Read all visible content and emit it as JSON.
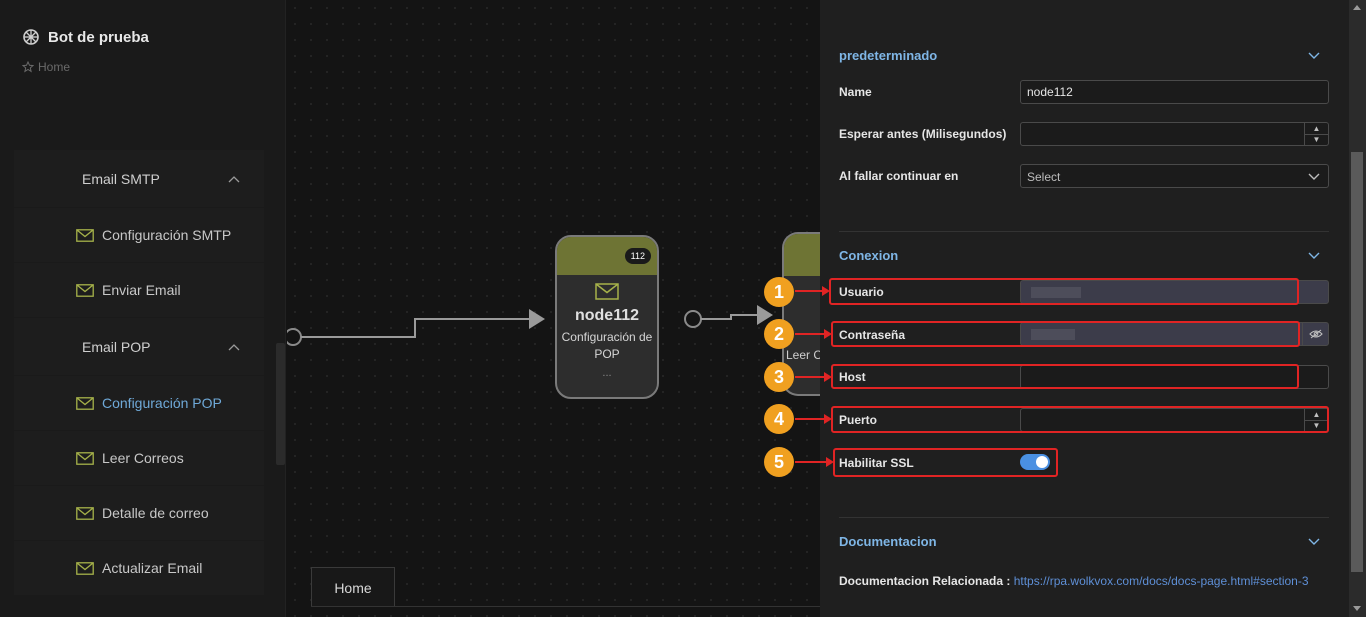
{
  "app": {
    "title": "Bot de prueba",
    "breadcrumb": "Home"
  },
  "sidebar": {
    "groups": [
      {
        "label": "Email SMTP",
        "items": [
          "Configuración SMTP",
          "Enviar Email"
        ]
      },
      {
        "label": "Email POP",
        "items": [
          "Configuración POP",
          "Leer Correos",
          "Detalle de correo",
          "Actualizar Email"
        ]
      }
    ],
    "active_item": "Configuración POP"
  },
  "canvas": {
    "node": {
      "badge": "112",
      "name": "node112",
      "description": "Configuración de POP",
      "more": "...",
      "icon": "mail-icon"
    },
    "node2_label": "Leer C",
    "tab": "Home"
  },
  "panel": {
    "section_default": {
      "title": "predeterminado",
      "name_label": "Name",
      "name_value": "node112",
      "wait_label": "Esperar antes (Milisegundos)",
      "wait_value": "",
      "fail_label": "Al fallar continuar en",
      "fail_placeholder": "Select"
    },
    "section_connection": {
      "title": "Conexion",
      "user_label": "Usuario",
      "password_label": "Contraseña",
      "host_label": "Host",
      "host_value": "",
      "port_label": "Puerto",
      "port_value": "",
      "ssl_label": "Habilitar SSL",
      "ssl_enabled": true
    },
    "section_docs": {
      "title": "Documentacion",
      "label": "Documentacion Relacionada :",
      "link": "https://rpa.wolkvox.com/docs/docs-page.html#section-3"
    }
  },
  "annotations": [
    "1",
    "2",
    "3",
    "4",
    "5"
  ],
  "colors": {
    "accent": "#7fb6e6",
    "node_head": "#6e7434",
    "highlight": "#e02424",
    "badge": "#f0a020",
    "toggle": "#4a90e2"
  }
}
